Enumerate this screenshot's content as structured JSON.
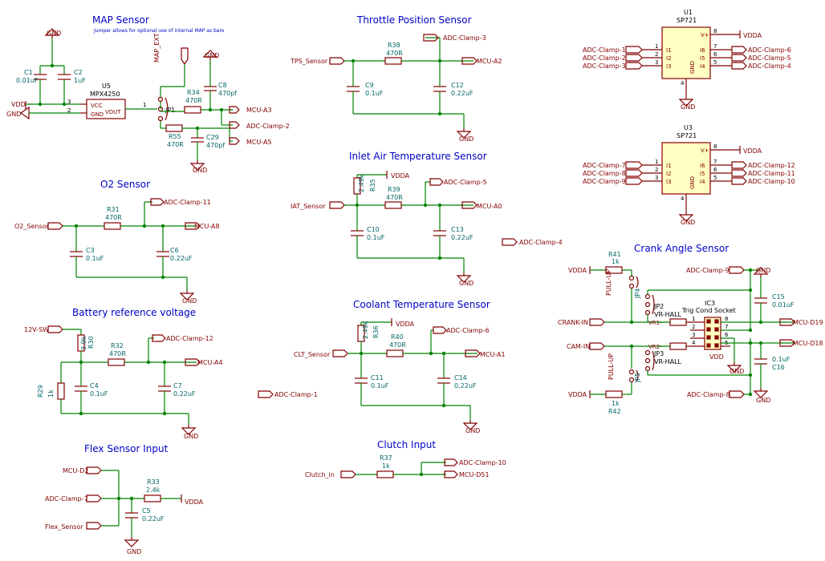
{
  "sections": {
    "map": "MAP Sensor",
    "map_note": "Jumper allows for optional use of internal MAP as baro",
    "tps": "Throttle Position Sensor",
    "iat": "Inlet Air Temperature Sensor",
    "o2": "O2 Sensor",
    "batt": "Battery reference voltage",
    "clt": "Coolant Temperature Sensor",
    "flex": "Flex Sensor Input",
    "clutch": "Clutch Input",
    "crank": "Crank Angle Sensor"
  },
  "components": {
    "U5": {
      "ref": "U5",
      "value": "MPX4250",
      "vcc": "VCC",
      "gnd": "GND",
      "vout": "VOUT",
      "p1": "1",
      "p2": "2",
      "p3": "3"
    },
    "U1": {
      "ref": "U1",
      "value": "SP721"
    },
    "U3": {
      "ref": "U3",
      "value": "SP721"
    },
    "IC3": {
      "ref": "IC3",
      "value": "Trig Cond Socket",
      "vdd": "VDD",
      "vr1": "VR1-",
      "vr2": "VR2-"
    },
    "C1": {
      "ref": "C1",
      "value": "0.01uF"
    },
    "C2": {
      "ref": "C2",
      "value": "1uF"
    },
    "C8": {
      "ref": "C8",
      "value": "470pf"
    },
    "C29": {
      "ref": "C29",
      "value": "470pf"
    },
    "R34": {
      "ref": "R34",
      "value": "470R"
    },
    "R55": {
      "ref": "R55",
      "value": "470R"
    },
    "JP1": {
      "ref": "JP1"
    },
    "R38": {
      "ref": "R38",
      "value": "470R"
    },
    "C9": {
      "ref": "C9",
      "value": "0.1uF"
    },
    "C12": {
      "ref": "C12",
      "value": "0.22uF"
    },
    "R35": {
      "ref": "R35",
      "value": "2.49k"
    },
    "R39": {
      "ref": "R39",
      "value": "470R"
    },
    "C10": {
      "ref": "C10",
      "value": "0.1uF"
    },
    "C13": {
      "ref": "C13",
      "value": "0.22uF"
    },
    "R31": {
      "ref": "R31",
      "value": "470R"
    },
    "C3": {
      "ref": "C3",
      "value": "0.1uF"
    },
    "C6": {
      "ref": "C6",
      "value": "0.22uF"
    },
    "R30": {
      "ref": "R30",
      "value": "3.9k"
    },
    "R32": {
      "ref": "R32",
      "value": "470R"
    },
    "R29": {
      "ref": "R29",
      "value": "1k"
    },
    "C4": {
      "ref": "C4",
      "value": "0.1uF"
    },
    "C7": {
      "ref": "C7",
      "value": "0.22uF"
    },
    "R36": {
      "ref": "R36",
      "value": "2.49k"
    },
    "R40": {
      "ref": "R40",
      "value": "470R"
    },
    "C11": {
      "ref": "C11",
      "value": "0.1uF"
    },
    "C14": {
      "ref": "C14",
      "value": "0.22uF"
    },
    "R33": {
      "ref": "R33",
      "value": "2.4k"
    },
    "C5": {
      "ref": "C5",
      "value": "0.22uF"
    },
    "R37": {
      "ref": "R37",
      "value": "1k"
    },
    "R41": {
      "ref": "R41",
      "value": "1k"
    },
    "R42": {
      "ref": "R42",
      "value": "1k"
    },
    "C15": {
      "ref": "C15",
      "value": "0.01uF"
    },
    "C16": {
      "ref": "C16",
      "value": "0.1uF"
    },
    "JP2": {
      "ref": "JP2",
      "value": "VR-HALL"
    },
    "JP3": {
      "ref": "JP3",
      "value": "VR-HALL"
    },
    "JP4": {
      "ref": "JP4",
      "value": "PULL-UP"
    },
    "JP5": {
      "ref": "JP5",
      "value": "PULL-UP"
    }
  },
  "sp721_pins": {
    "i1": "I1",
    "i2": "I2",
    "i3": "I3",
    "i4": "I4",
    "i5": "I5",
    "i6": "I6",
    "vplus": "V+",
    "gnd": "GND",
    "n1": "1",
    "n2": "2",
    "n3": "3",
    "n4": "4",
    "n5": "5",
    "n6": "6",
    "n7": "7",
    "n8": "8"
  },
  "labels": {
    "tps_sensor": "TPS_Sensor",
    "iat_sensor": "IAT_Sensor",
    "clt_sensor": "CLT_Sensor",
    "o2_sensor": "O2_Sensor",
    "twelve_v": "12V-SW",
    "mcu_d2": "MCU-D2",
    "flex_sensor": "Flex_Sensor",
    "clutch_in": "Clutch_in",
    "crank_in": "CRANK-IN",
    "cam_in": "CAM-IN",
    "map_ext": "MAP_EXT",
    "mcu_a3": "MCU-A3",
    "mcu_a5": "MCU-A5",
    "mcu_a2": "MCU-A2",
    "mcu_a0": "MCU-A0",
    "mcu_a8": "MCU-A8",
    "mcu_a4": "MCU-A4",
    "mcu_a1": "MCU-A1",
    "mcu_d51": "MCU-D51",
    "mcu_d19": "MCU-D19",
    "mcu_d18": "MCU-D18",
    "adc1": "ADC-Clamp-1",
    "adc2": "ADC-Clamp-2",
    "adc3": "ADC-Clamp-3",
    "adc4": "ADC-Clamp-4",
    "adc5": "ADC-Clamp-5",
    "adc6": "ADC-Clamp-6",
    "adc7": "ADC-Clamp-7",
    "adc8": "ADC-Clamp-8",
    "adc9": "ADC-Clamp-9",
    "adc10": "ADC-Clamp-10",
    "adc11": "ADC-Clamp-11",
    "adc12": "ADC-Clamp-12",
    "vdda": "VDDA",
    "vdd": "VDD",
    "gnd": "GND"
  }
}
